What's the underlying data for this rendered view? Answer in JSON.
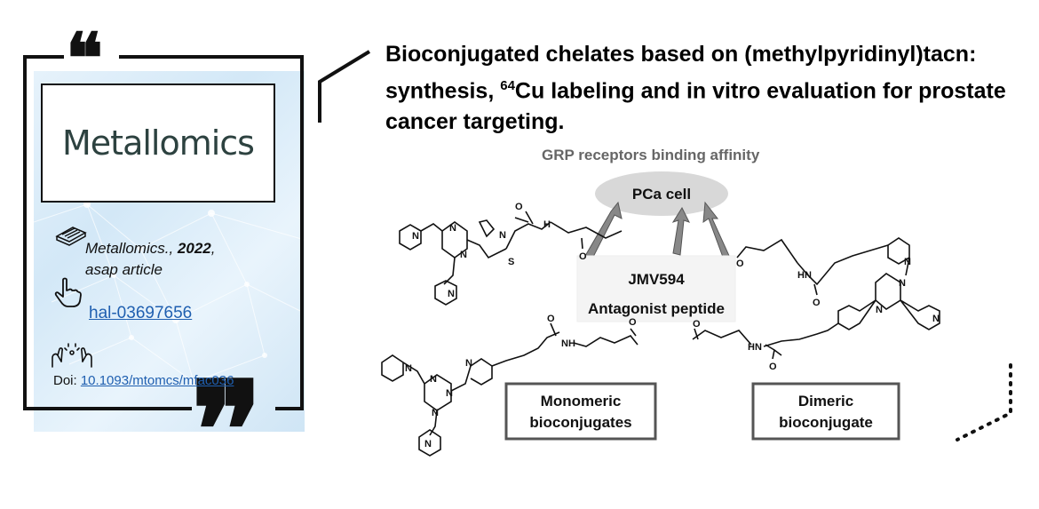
{
  "card": {
    "journal_logo": "Metallomics",
    "citation": {
      "journal": "Metallomics.,",
      "year": "2022",
      "year_suffix": ",",
      "status": "asap article"
    },
    "hal_id": "hal-03697656",
    "doi_prefix": "Doi: ",
    "doi": "10.1093/mtomcs/mfac036"
  },
  "article": {
    "title_part1": "Bioconjugated chelates based on (methylpyridinyl)tacn: synthesis, ",
    "title_isotope_mass": "64",
    "title_part2": "Cu labeling and in vitro evaluation for prostate cancer targeting."
  },
  "figure": {
    "heading": "GRP receptors binding affinity",
    "target": "PCa cell",
    "peptide_name": "JMV594",
    "peptide_desc": "Antagonist peptide",
    "box_left_line1": "Monomeric",
    "box_left_line2": "bioconjugates",
    "box_right_line1": "Dimeric",
    "box_right_line2": "bioconjugate",
    "atom_N": "N",
    "atom_S": "S",
    "atom_O": "O",
    "amide_NH": "NH",
    "amide_HN": "HN",
    "amide_H": "H"
  },
  "colors": {
    "accent_link": "#1f5fb0",
    "logo_text": "#2d4240",
    "card_bg": "#d9ebf8",
    "frame": "#111111"
  }
}
